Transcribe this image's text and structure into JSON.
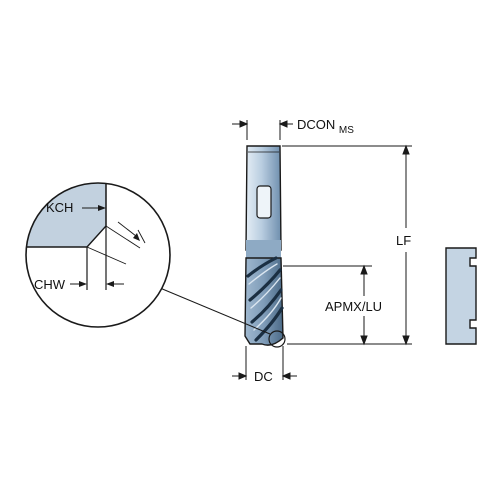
{
  "labels": {
    "dcon_main": "DCON",
    "dcon_sub": "MS",
    "lf": "LF",
    "apmx_lu": "APMX/LU",
    "dc": "DC",
    "kch": "KCH",
    "chw": "CHW"
  },
  "colors": {
    "tool_light": "#c9d8e6",
    "tool_mid": "#9fb8cf",
    "tool_dark": "#5d7d9b",
    "tool_shadow": "#2f4a63",
    "outline": "#1a1a1a",
    "detail_fill": "#c2d1df",
    "insert_fill": "#c4d4e3"
  }
}
